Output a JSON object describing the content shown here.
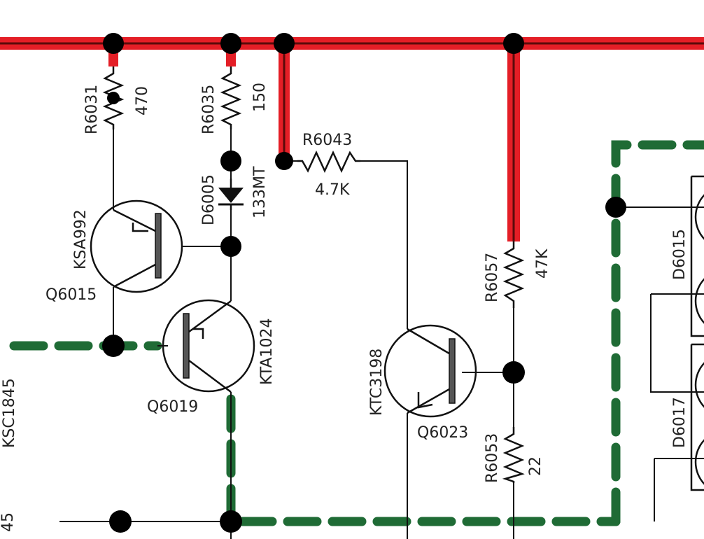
{
  "colors": {
    "background": "#ffffff",
    "wire": "#111111",
    "supply_rail": "#e41e26",
    "supply_rail_dark": "#3a0000",
    "ground_net": "#1f6b35",
    "node": "#000000"
  },
  "labels": {
    "r6031": "R6031",
    "r6031_value": "470",
    "r6035": "R6035",
    "r6035_value": "150",
    "r6043": "R6043",
    "r6043_value": "4.7K",
    "d6005": "D6005",
    "d6005_part": "133MT",
    "ksa992": "KSA992",
    "q6015": "Q6015",
    "kta1024": "KTA1024",
    "q6019": "Q6019",
    "ktc3198": "KTC3198",
    "q6023": "Q6023",
    "r6057": "R6057",
    "r6057_value": "47K",
    "r6053": "R6053",
    "r6053_value": "22",
    "d6015": "D6015",
    "d6017": "D6017",
    "ksc1845": "KSC1845",
    "partial_bottom_left": "45"
  }
}
